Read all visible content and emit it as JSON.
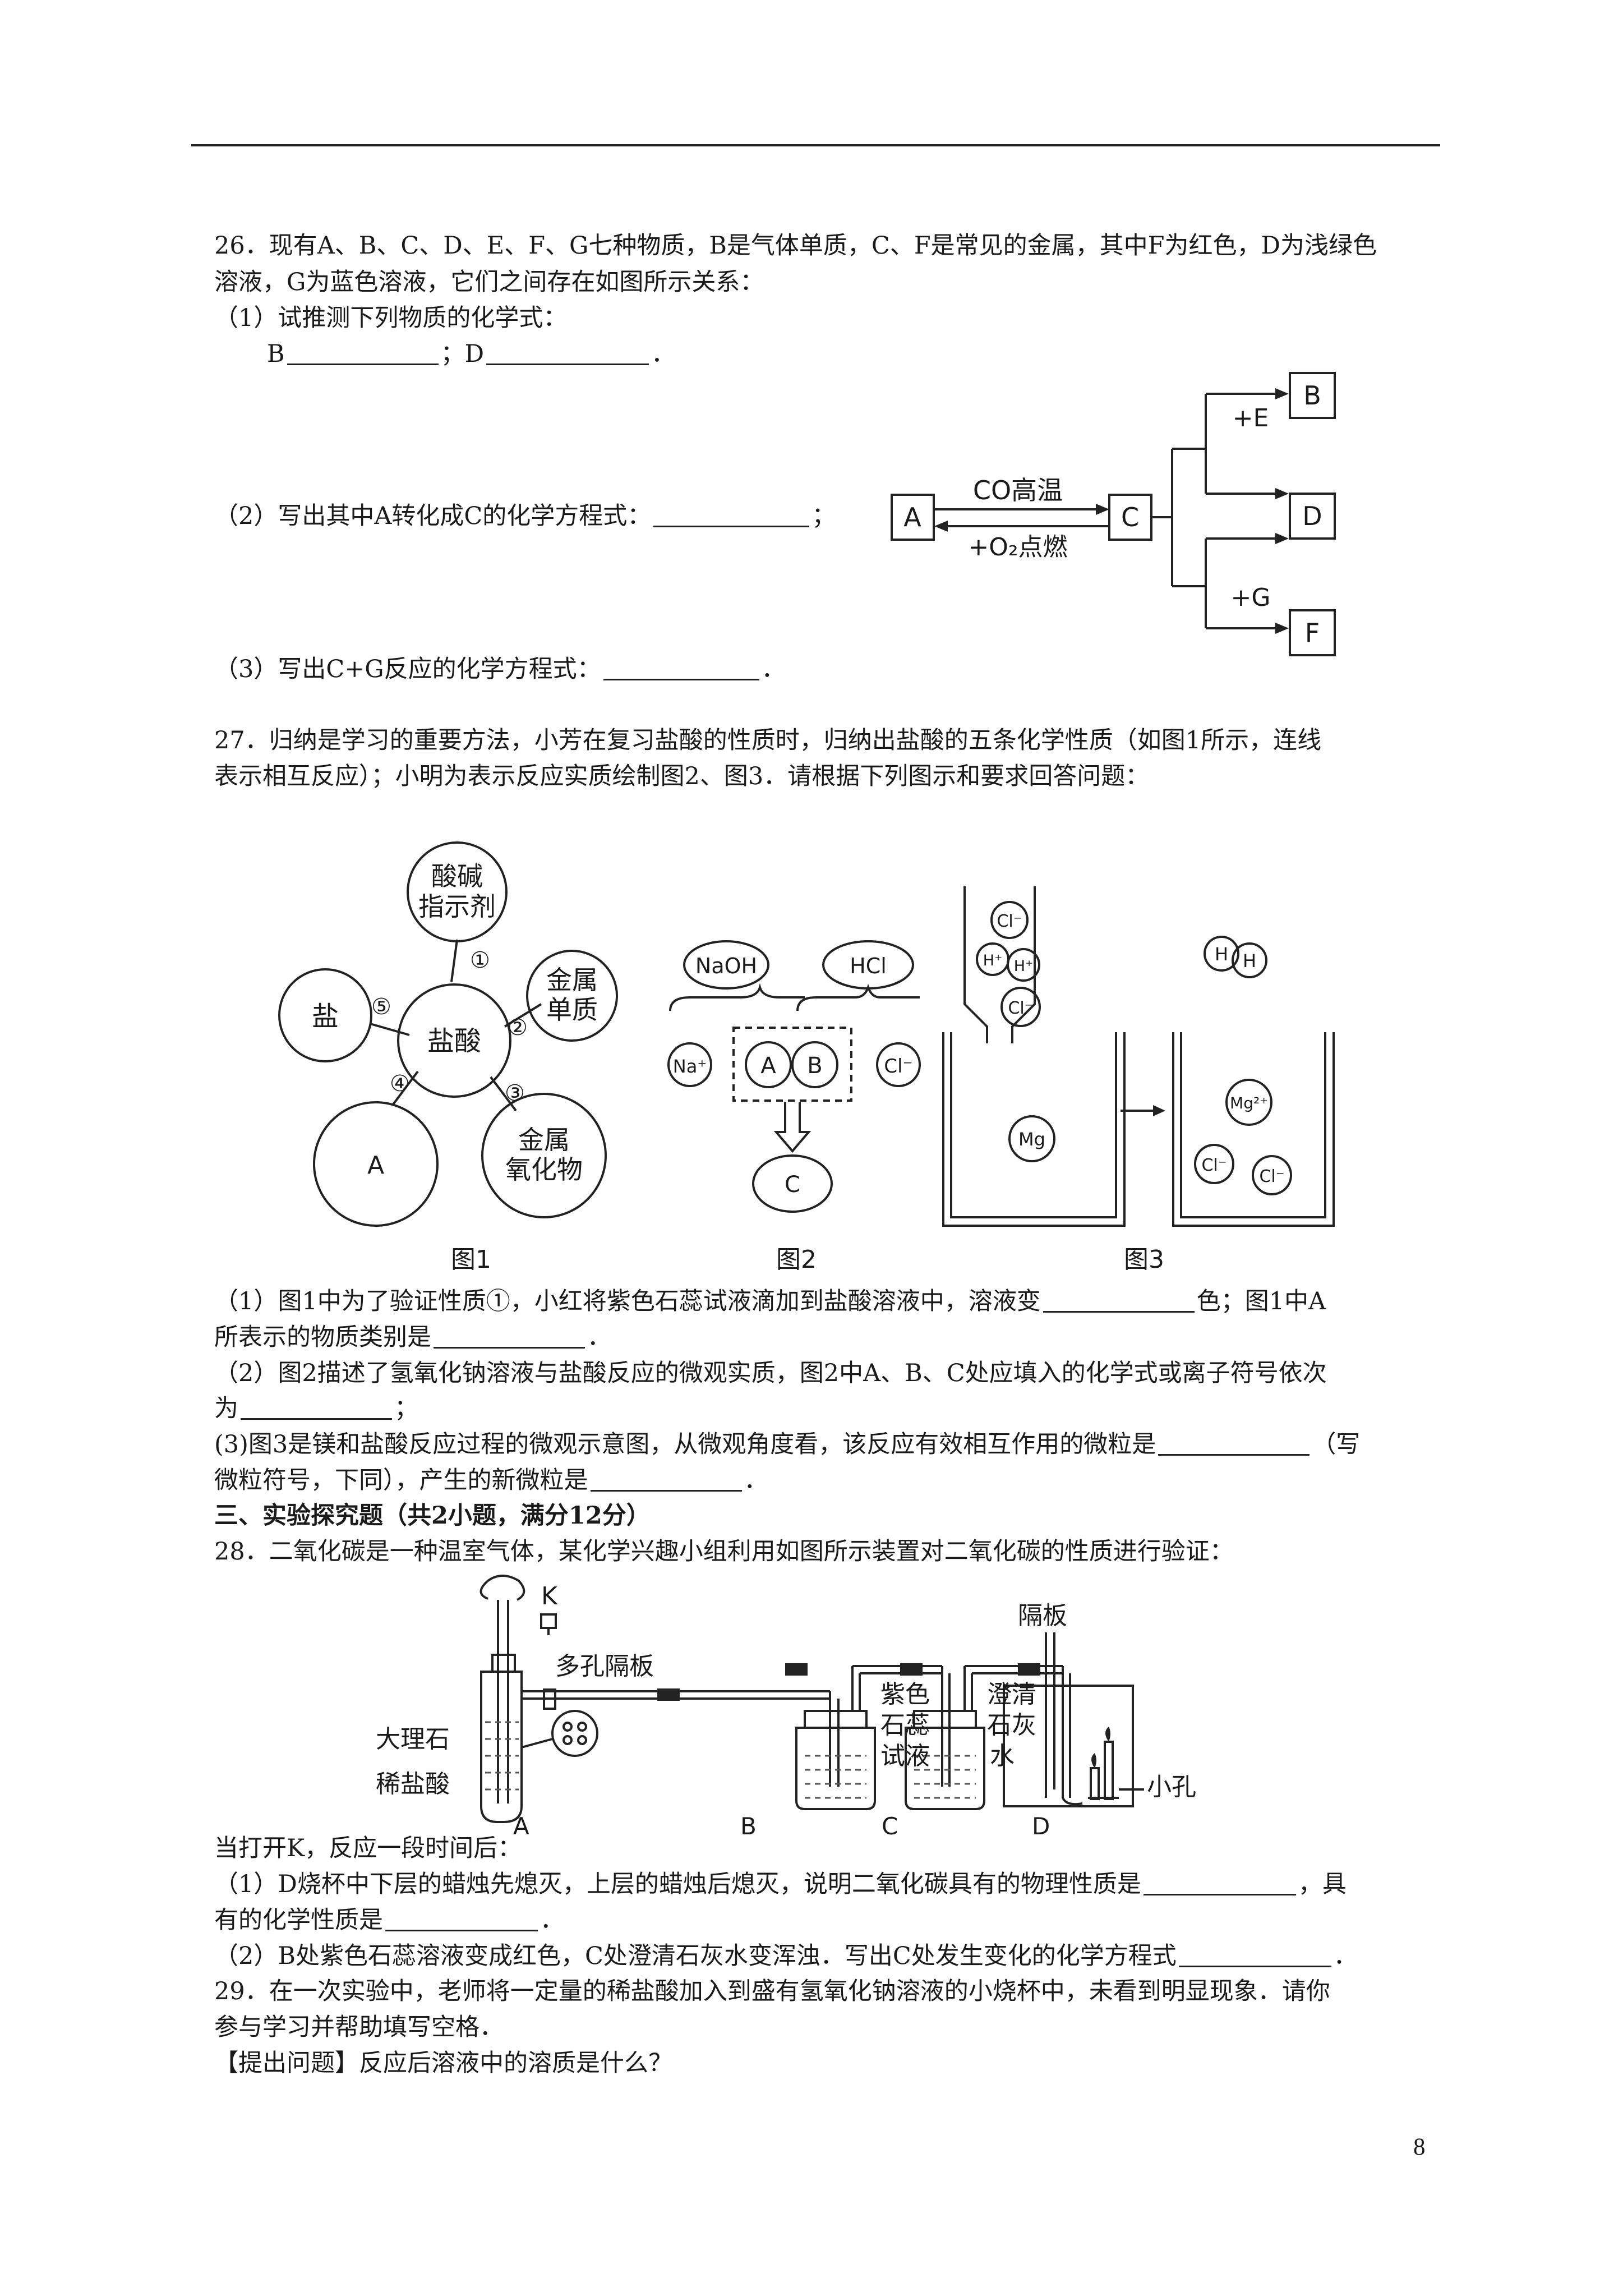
{
  "page_number": "8",
  "q26": {
    "stem_1": "26．现有A、B、C、D、E、F、G七种物质，B是气体单质，C、F是常见的金属，其中F为红色，D为浅绿色",
    "stem_2": "溶液，G为蓝色溶液，它们之间存在如图所示关系：",
    "part1": "（1）试推测下列物质的化学式：",
    "b_label": "B",
    "sep": "；D",
    "end": "．",
    "part2": "（2）写出其中A转化成C的化学方程式：",
    "part2_end": "；",
    "part3": "（3）写出C+G反应的化学方程式：",
    "part3_end": "．",
    "diagram": {
      "box_a": "A",
      "box_c": "C",
      "box_b": "B",
      "box_d": "D",
      "box_f": "F",
      "arrow_top": "CO高温",
      "arrow_bottom": "+O₂点燃",
      "plus_e": "+E",
      "plus_g": "+G"
    }
  },
  "q27": {
    "stem_1": "27．归纳是学习的重要方法，小芳在复习盐酸的性质时，归纳出盐酸的五条化学性质（如图1所示，连线",
    "stem_2": "表示相互反应）；小明为表示反应实质绘制图2、图3．请根据下列图示和要求回答问题：",
    "fig1": {
      "center": "盐酸",
      "indicator_1": "酸碱",
      "indicator_2": "指示剂",
      "metal_1": "金属",
      "metal_2": "单质",
      "oxide_1": "金属",
      "oxide_2": "氧化物",
      "salt": "盐",
      "a": "A",
      "n1": "①",
      "n2": "②",
      "n3": "③",
      "n4": "④",
      "n5": "⑤",
      "caption": "图1"
    },
    "fig2": {
      "naoh": "NaOH",
      "hcl": "HCl",
      "na": "Na⁺",
      "a": "A",
      "b": "B",
      "cl": "Cl⁻",
      "c": "C",
      "caption": "图2"
    },
    "fig3": {
      "cl_1": "Cl⁻",
      "h_1": "H⁺",
      "h_2": "H⁺",
      "cl_2": "Cl⁻",
      "mg": "Mg",
      "h2_a": "H",
      "h2_b": "H",
      "mg2": "Mg²⁺",
      "cl_3": "Cl⁻",
      "cl_4": "Cl⁻",
      "caption": "图3"
    },
    "p1_a": "（1）图1中为了验证性质①，小红将紫色石蕊试液滴加到盐酸溶液中，溶液变",
    "p1_b": "色；图1中A",
    "p1_c": "所表示的物质类别是",
    "p1_d": "．",
    "p2_a": "（2）图2描述了氢氧化钠溶液与盐酸反应的微观实质，图2中A、B、C处应填入的化学式或离子符号依次",
    "p2_b": "为",
    "p2_c": "；",
    "p3_a": "(3)图3是镁和盐酸反应过程的微观示意图，从微观角度看，该反应有效相互作用的微粒是",
    "p3_b": "（写",
    "p3_c": "微粒符号，下同），产生的新微粒是",
    "p3_d": "．"
  },
  "section3": "三、实验探究题（共2小题，满分12分）",
  "q28": {
    "stem": "28．二氧化碳是一种温室气体，某化学兴趣小组利用如图所示装置对二氧化碳的性质进行验证：",
    "diagram": {
      "k": "K",
      "porous_plate": "多孔隔板",
      "marble": "大理石",
      "acid": "稀盐酸",
      "litmus_1": "紫色",
      "litmus_2": "石蕊",
      "litmus_3": "试液",
      "lime_1": "澄清",
      "lime_2": "石灰",
      "lime_3": "水",
      "partition": "隔板",
      "hole": "小孔",
      "label_a": "A",
      "label_b": "B",
      "label_c": "C",
      "label_d": "D"
    },
    "intro": "当打开K，反应一段时间后：",
    "p1_a": "（1）D烧杯中下层的蜡烛先熄灭，上层的蜡烛后熄灭，说明二氧化碳具有的物理性质是",
    "p1_b": "，具",
    "p1_c": "有的化学性质是",
    "p1_d": "．",
    "p2_a": "（2）B处紫色石蕊溶液变成红色，C处澄清石灰水变浑浊．写出C处发生变化的化学方程式",
    "p2_b": "．"
  },
  "q29": {
    "stem_1": "29．在一次实验中，老师将一定量的稀盐酸加入到盛有氢氧化钠溶液的小烧杯中，未看到明显现象．请你",
    "stem_2": "参与学习并帮助填写空格．",
    "question": "【提出问题】反应后溶液中的溶质是什么？"
  }
}
